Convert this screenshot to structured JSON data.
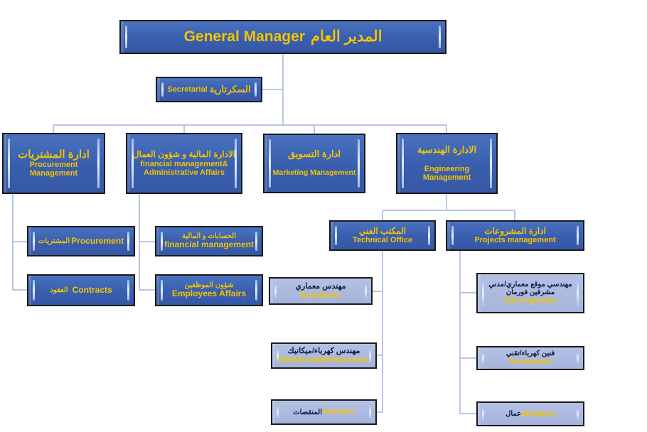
{
  "colors": {
    "dark_box": "#3b62b0",
    "light_box": "#a9b6dc",
    "text_yellow": "#f2c400",
    "connector": "#b9c6e4"
  },
  "gm": {
    "ar": "المدير العام",
    "en": "General Manager"
  },
  "secretarial": {
    "ar": "السكرتارية",
    "en": "Secretarial"
  },
  "departments": [
    {
      "ar": "ادارة المشتريات",
      "en": "Procurement Management"
    },
    {
      "ar": "الادارة المالية و شؤون العمال",
      "en": "financial management& Administrative Affairs"
    },
    {
      "ar": "ادارة التسويق",
      "en": "Marketing Management"
    },
    {
      "ar": "الادارة الهندسية",
      "en": "Engineering Management"
    }
  ],
  "procurement_units": [
    {
      "ar": "المشتريات",
      "en": "Procurement"
    },
    {
      "ar": "العقود",
      "en": "Contracts"
    }
  ],
  "finance_units": [
    {
      "ar": "الحسابات و المالية",
      "en": "financial management"
    },
    {
      "ar": "شؤون الموظفين",
      "en": "Employees Affairs"
    }
  ],
  "engineering_units": [
    {
      "ar": "المكتب الفني",
      "en": "Technical Office"
    },
    {
      "ar": "ادارة المشروعات",
      "en": "Projects management"
    }
  ],
  "technical_office_staff": [
    {
      "ar": "مهندس معماري",
      "en": "Architects"
    },
    {
      "ar": "مهندس كهرباء/ميكانيك",
      "en": "Electrical&Electronics"
    },
    {
      "ar": "المنقصات",
      "en": "Tenders"
    }
  ],
  "projects_staff": [
    {
      "ar": "مهندسي موقع معماري/مدني مشرفين فورمان",
      "en": "Site engineers"
    },
    {
      "ar": "فنين كهرباء/تقني",
      "en": "Technicians"
    },
    {
      "ar": "عمال",
      "en": "Workers"
    }
  ]
}
